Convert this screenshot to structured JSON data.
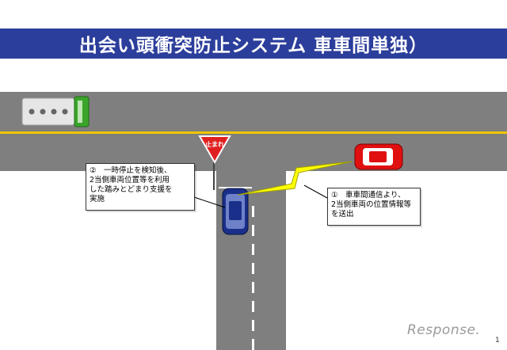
{
  "title": "出会い頭衝突防止システム（車車間単独）",
  "title_display": "出会い頭衝突防止システム  車車間単独）",
  "stop_sign_text": "止まれ",
  "callouts": {
    "left": "②　一時停止を検知後、\n2当側車両位置等を利用\nした踏みとどまり支援を\n実施",
    "right": "①　車車間通信より、\n2当側車両の位置情報等\nを送出"
  },
  "logo_text": "Response.",
  "page_number": "1",
  "colors": {
    "title_bar": "#2c3e9b",
    "road": "#7f7f7f",
    "center_line": "#f2c500",
    "red_car": "#e01010",
    "blue_car": "#1a2f8a",
    "truck_cab": "#3aa52a",
    "signal": "#ffff00"
  }
}
